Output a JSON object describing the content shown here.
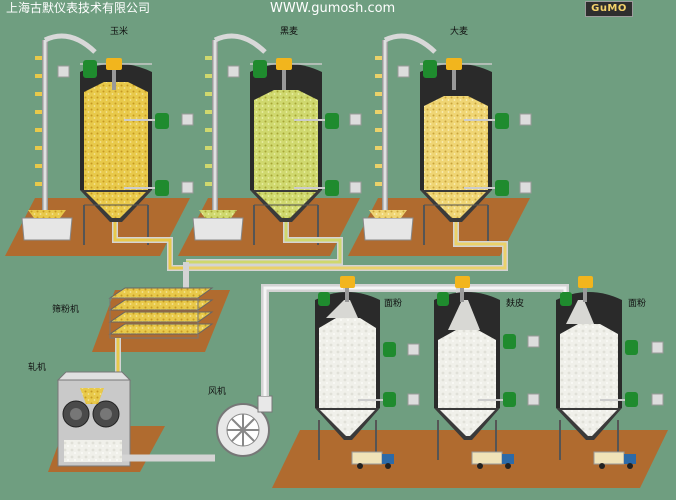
{
  "header": {
    "company": "上海古默仪表技术有限公司",
    "website": "WWW.gumosh.com",
    "logo_text": "GuMO"
  },
  "silos_top": [
    {
      "label": "玉米",
      "grain_color": "#e3c646"
    },
    {
      "label": "黑麦",
      "grain_color": "#cdd76a"
    },
    {
      "label": "大麦",
      "grain_color": "#ead16a"
    }
  ],
  "silos_bottom": [
    {
      "label": "面粉"
    },
    {
      "label": "麸皮"
    },
    {
      "label": "面粉"
    }
  ],
  "machines": {
    "sifter": "筛粉机",
    "mill": "轧机",
    "fan": "风机"
  },
  "colors": {
    "background": "#6f9e80",
    "platform": "#b06b2f",
    "sensor_green": "#1f8b2e",
    "sensor_yellow": "#f2b51d"
  }
}
